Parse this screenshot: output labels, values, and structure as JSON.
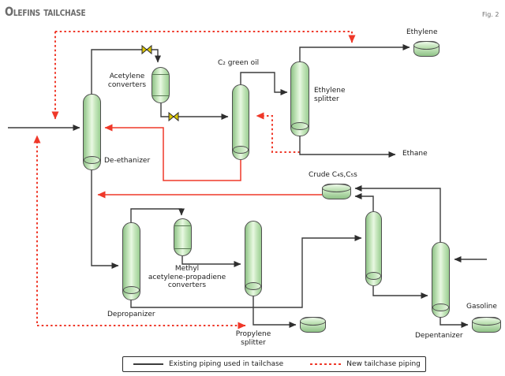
{
  "title": "Olefins tailchase",
  "figure_label": "Fig. 2",
  "labels": {
    "acetylene_converters_1": "Acetylene",
    "acetylene_converters_2": "converters",
    "c2_green_oil": "C₂ green oil",
    "ethylene_splitter_1": "Ethylene",
    "ethylene_splitter_2": "splitter",
    "de_ethanizer": "De-ethanizer",
    "ethylene": "Ethylene",
    "ethane": "Ethane",
    "crude_c4s_c5s": "Crude C₄s,C₅s",
    "mapd_1": "Methyl",
    "mapd_2": "acetylene-propadiene",
    "mapd_3": "converters",
    "depropanizer": "Depropanizer",
    "propylene_splitter_1": "Propylene",
    "propylene_splitter_2": "splitter",
    "depentanizer": "Depentanizer",
    "gasoline": "Gasoline"
  },
  "legend": {
    "existing": "Existing piping used in tailchase",
    "new": "New tailchase piping"
  },
  "colors": {
    "existing_piping": "#3c3c3c",
    "new_piping": "#ef3829",
    "vessel_fill": "#cdeac4",
    "vessel_border": "#4f4f4f",
    "valve": "#ddc702"
  }
}
